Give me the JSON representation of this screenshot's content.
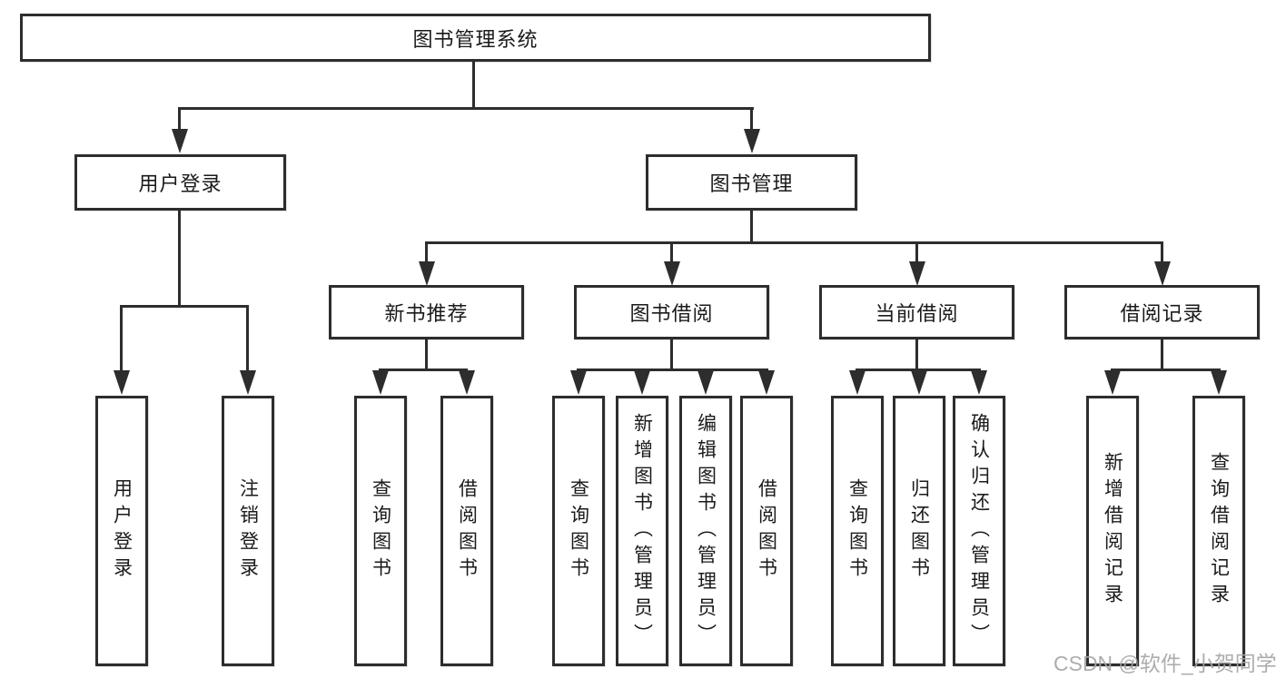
{
  "diagram": {
    "root": {
      "label": "图书管理系统"
    },
    "branches": [
      {
        "label": "用户登录",
        "children": [
          {
            "label": "用户登录"
          },
          {
            "label": "注销登录"
          }
        ]
      },
      {
        "label": "图书管理",
        "children": [
          {
            "label": "新书推荐",
            "children": [
              {
                "label": "查询图书"
              },
              {
                "label": "借阅图书"
              }
            ]
          },
          {
            "label": "图书借阅",
            "children": [
              {
                "label": "查询图书"
              },
              {
                "label": "新增图书（管理员）"
              },
              {
                "label": "编辑图书（管理员）"
              },
              {
                "label": "借阅图书"
              }
            ]
          },
          {
            "label": "当前借阅",
            "children": [
              {
                "label": "查询图书"
              },
              {
                "label": "归还图书"
              },
              {
                "label": "确认归还（管理员）"
              }
            ]
          },
          {
            "label": "借阅记录",
            "children": [
              {
                "label": "新增借阅记录"
              },
              {
                "label": "查询借阅记录"
              }
            ]
          }
        ]
      }
    ],
    "watermark": {
      "text": "CSDN @软件_小贺同学"
    },
    "colors": {
      "line": "#2d2d2d",
      "box_border": "#2d2d2d",
      "text": "#1a1a1a",
      "watermark": "#a5a5a5",
      "background": "#ffffff"
    }
  }
}
